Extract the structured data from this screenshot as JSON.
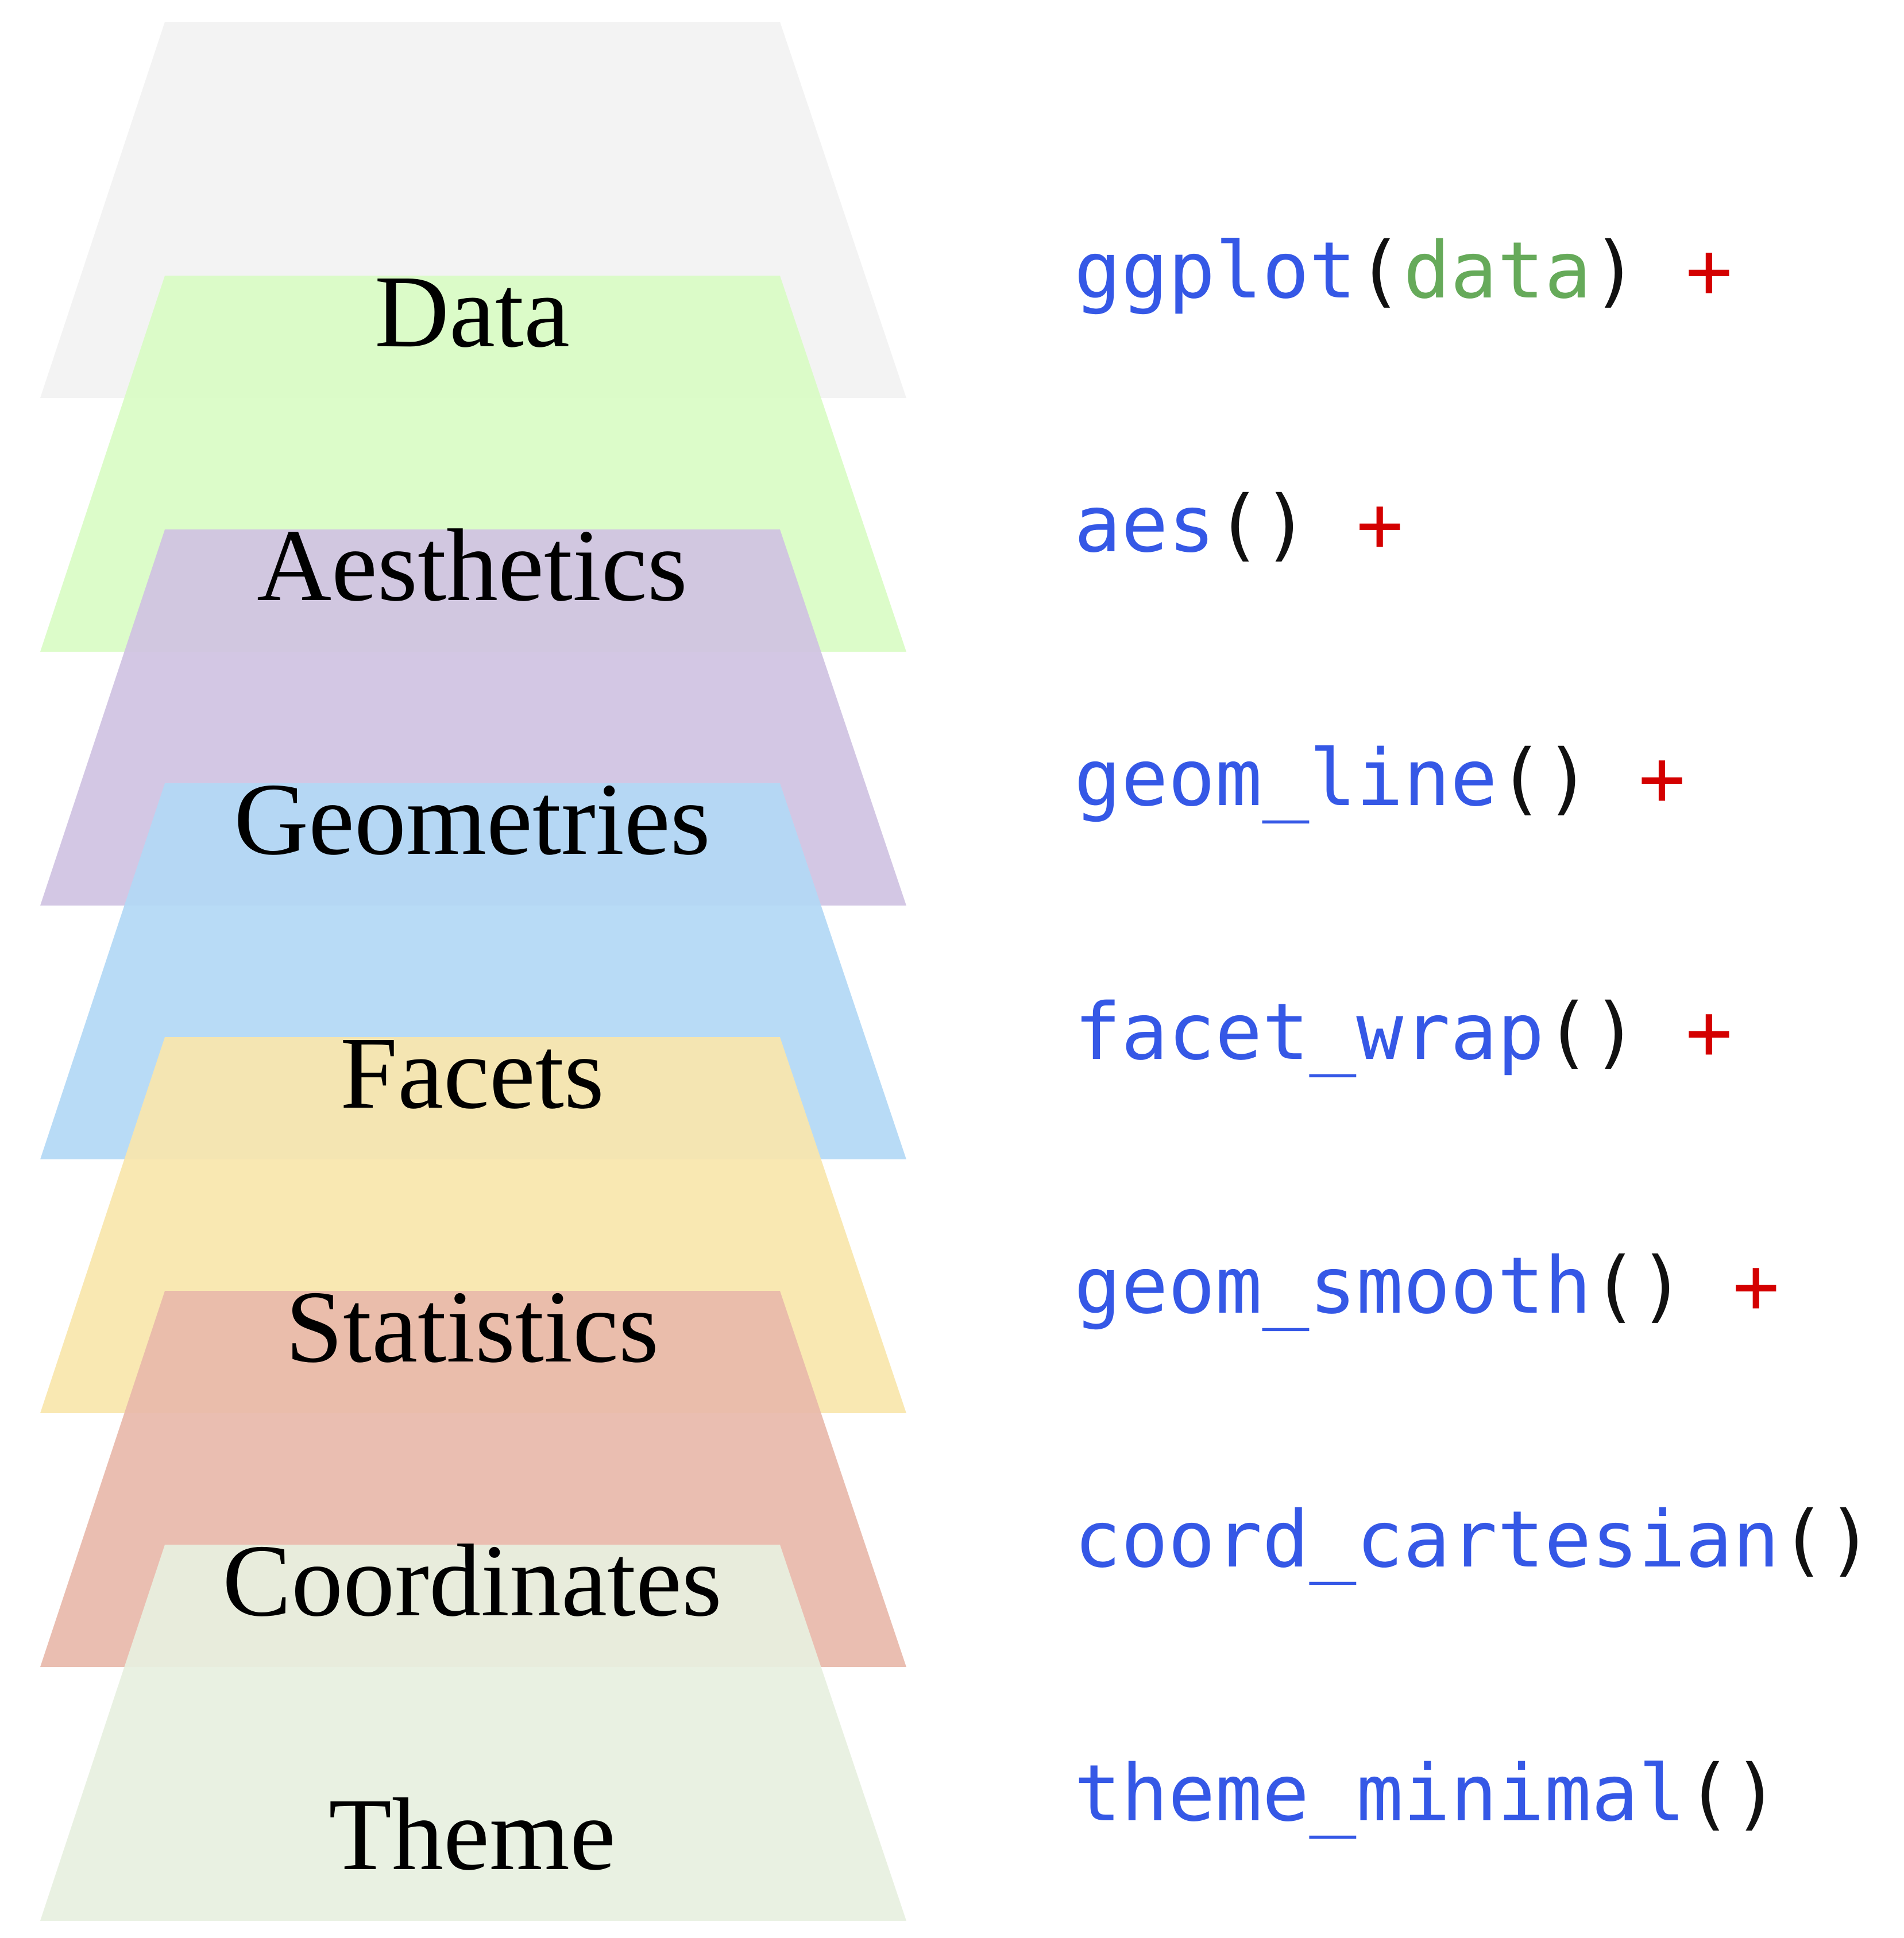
{
  "layers": [
    {
      "label": "Data",
      "color": "#f2f2f2",
      "code": [
        {
          "text": "ggplot",
          "role": "function"
        },
        {
          "text": "(",
          "role": "paren"
        },
        {
          "text": "data",
          "role": "argument"
        },
        {
          "text": ")",
          "role": "paren"
        },
        {
          "text": " +",
          "role": "operator"
        }
      ]
    },
    {
      "label": "Aesthetics",
      "color": "#d9fcc4",
      "code": [
        {
          "text": "aes",
          "role": "function"
        },
        {
          "text": "()",
          "role": "paren"
        },
        {
          "text": " +",
          "role": "operator"
        }
      ]
    },
    {
      "label": "Geometries",
      "color": "#cfc2e2",
      "code": [
        {
          "text": "geom_line",
          "role": "function"
        },
        {
          "text": "()",
          "role": "paren"
        },
        {
          "text": " +",
          "role": "operator"
        }
      ]
    },
    {
      "label": "Facets",
      "color": "#b2d8f5",
      "code": [
        {
          "text": "facet_wrap",
          "role": "function"
        },
        {
          "text": "()",
          "role": "paren"
        },
        {
          "text": " +",
          "role": "operator"
        }
      ]
    },
    {
      "label": "Statistics",
      "color": "#f8e6ab",
      "code": [
        {
          "text": "geom_smooth",
          "role": "function"
        },
        {
          "text": "()",
          "role": "paren"
        },
        {
          "text": " +",
          "role": "operator"
        }
      ]
    },
    {
      "label": "Coordinates",
      "color": "#e8b8aa",
      "code": [
        {
          "text": "coord_cartesian",
          "role": "function"
        },
        {
          "text": "()",
          "role": "paren"
        },
        {
          "text": " +",
          "role": "operator"
        }
      ]
    },
    {
      "label": "Theme",
      "color": "#e7f0df",
      "code": [
        {
          "text": "theme_minimal",
          "role": "function"
        },
        {
          "text": "()",
          "role": "paren"
        }
      ]
    }
  ],
  "code_colors": {
    "function": "#3558e6",
    "paren": "#111111",
    "argument": "#66aa5a",
    "operator": "#d40000"
  }
}
